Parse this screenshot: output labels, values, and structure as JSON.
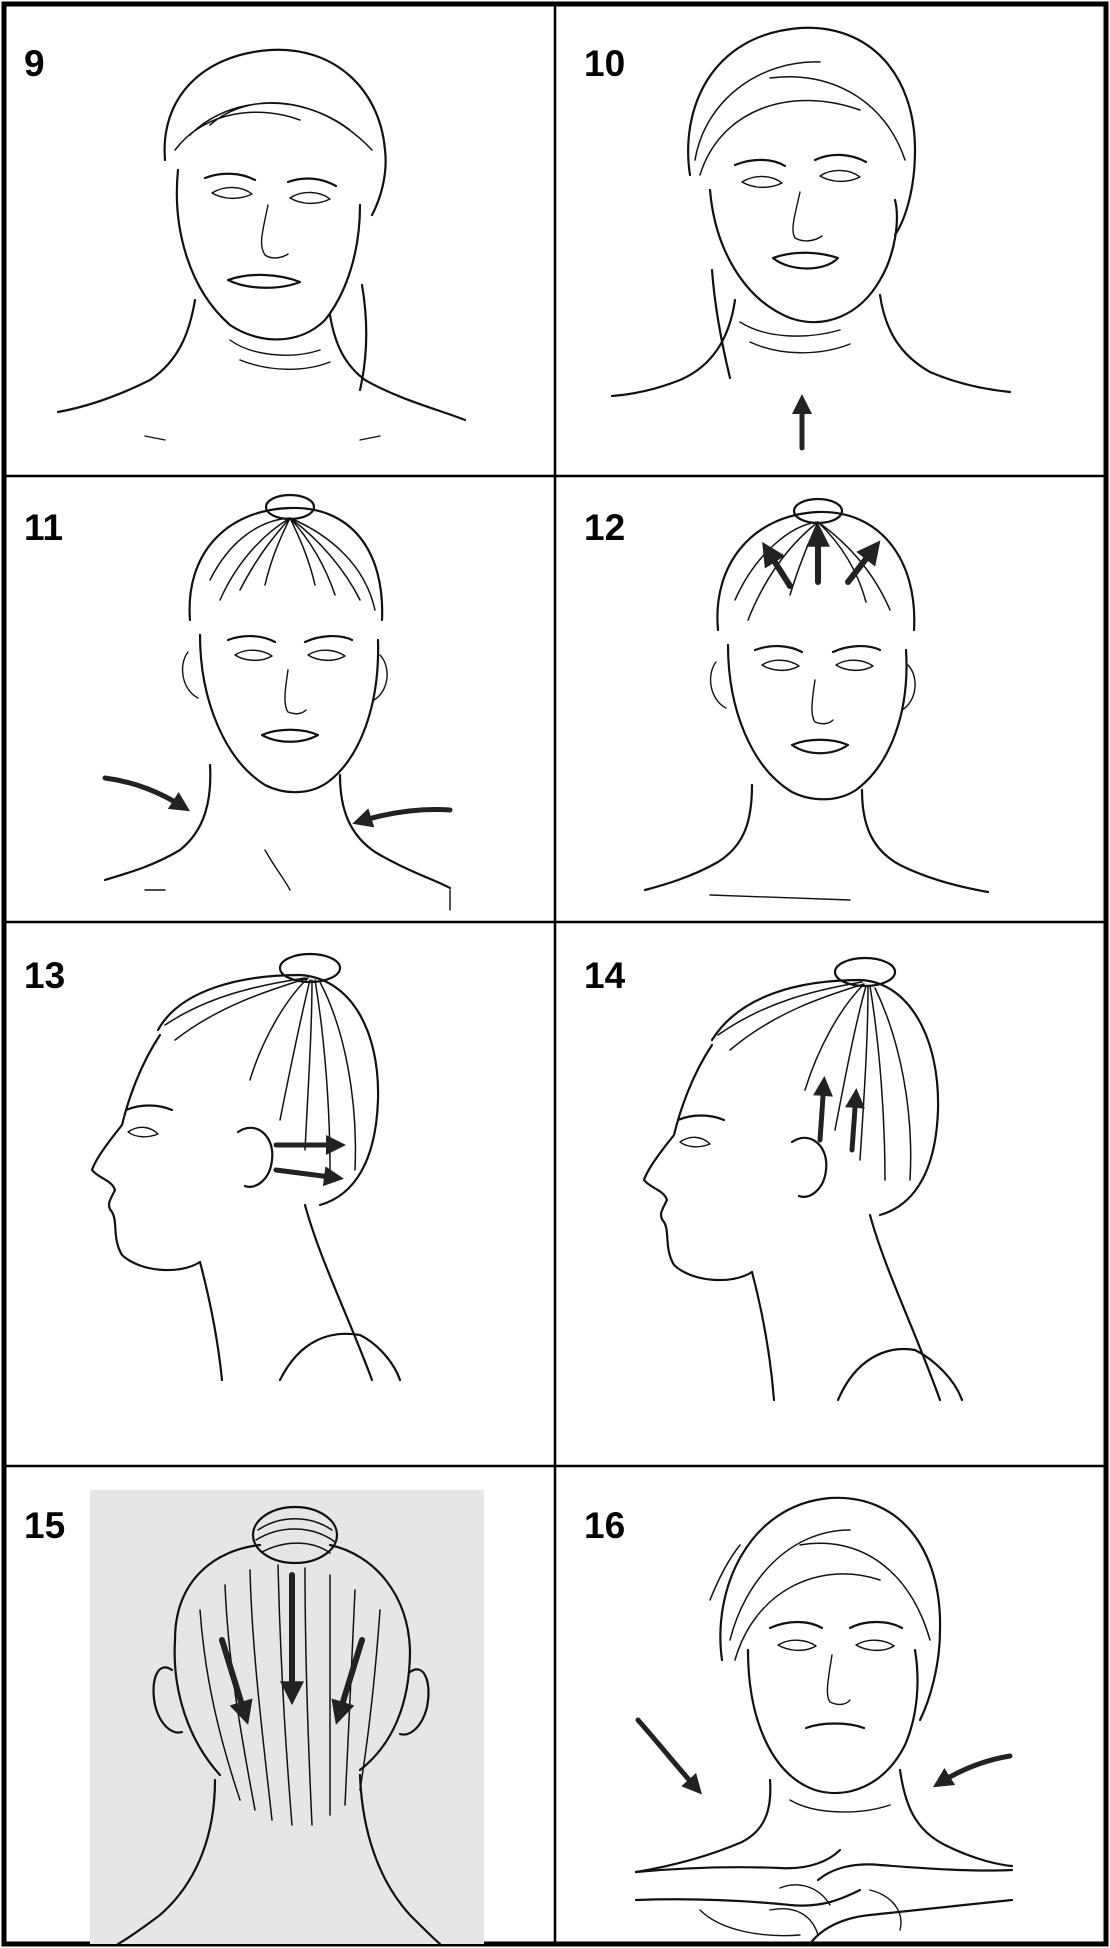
{
  "panels": [
    {
      "label": "9"
    },
    {
      "label": "10"
    },
    {
      "label": "11"
    },
    {
      "label": "12"
    },
    {
      "label": "13"
    },
    {
      "label": "14"
    },
    {
      "label": "15"
    },
    {
      "label": "16"
    }
  ],
  "colors": {
    "ink": "#111111",
    "border": "#000000",
    "background": "#ffffff",
    "panel15_background": "#e6e6e6",
    "arrow": "#333333"
  }
}
